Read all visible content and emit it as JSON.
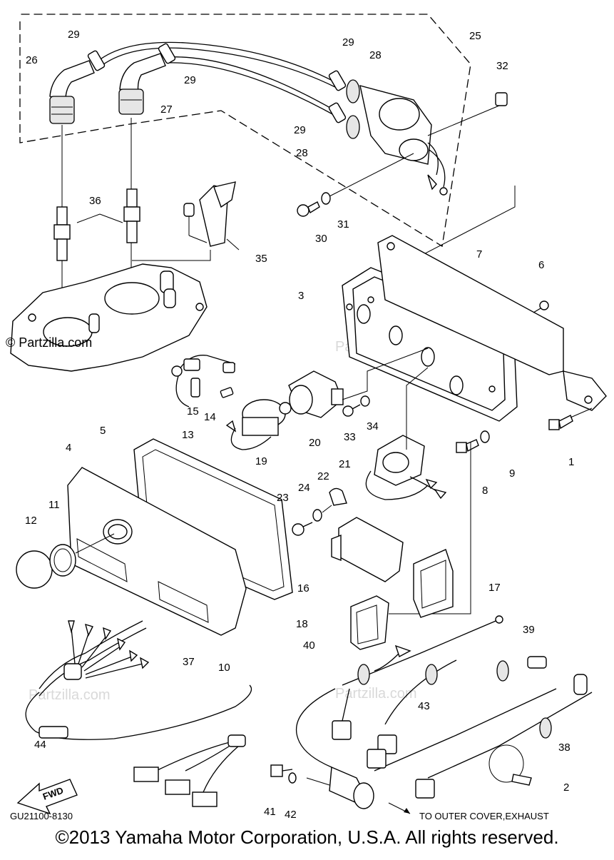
{
  "diagram": {
    "callouts": [
      "1",
      "2",
      "3",
      "4",
      "5",
      "6",
      "7",
      "8",
      "9",
      "10",
      "11",
      "12",
      "13",
      "14",
      "15",
      "16",
      "17",
      "18",
      "19",
      "20",
      "21",
      "22",
      "23",
      "24",
      "25",
      "26",
      "27",
      "28",
      "28",
      "29",
      "29",
      "29",
      "29",
      "30",
      "31",
      "32",
      "33",
      "34",
      "35",
      "36",
      "37",
      "38",
      "39",
      "40",
      "41",
      "42",
      "43",
      "44"
    ],
    "fwd_label": "FWD",
    "diagram_code": "GU21100-8130",
    "note": "TO OUTER COVER,EXHAUST",
    "partzilla_mark": "© Partzilla.com",
    "watermark": "Partzilla.com",
    "copyright": "©2013 Yamaha Motor Corporation, U.S.A. All rights reserved."
  }
}
